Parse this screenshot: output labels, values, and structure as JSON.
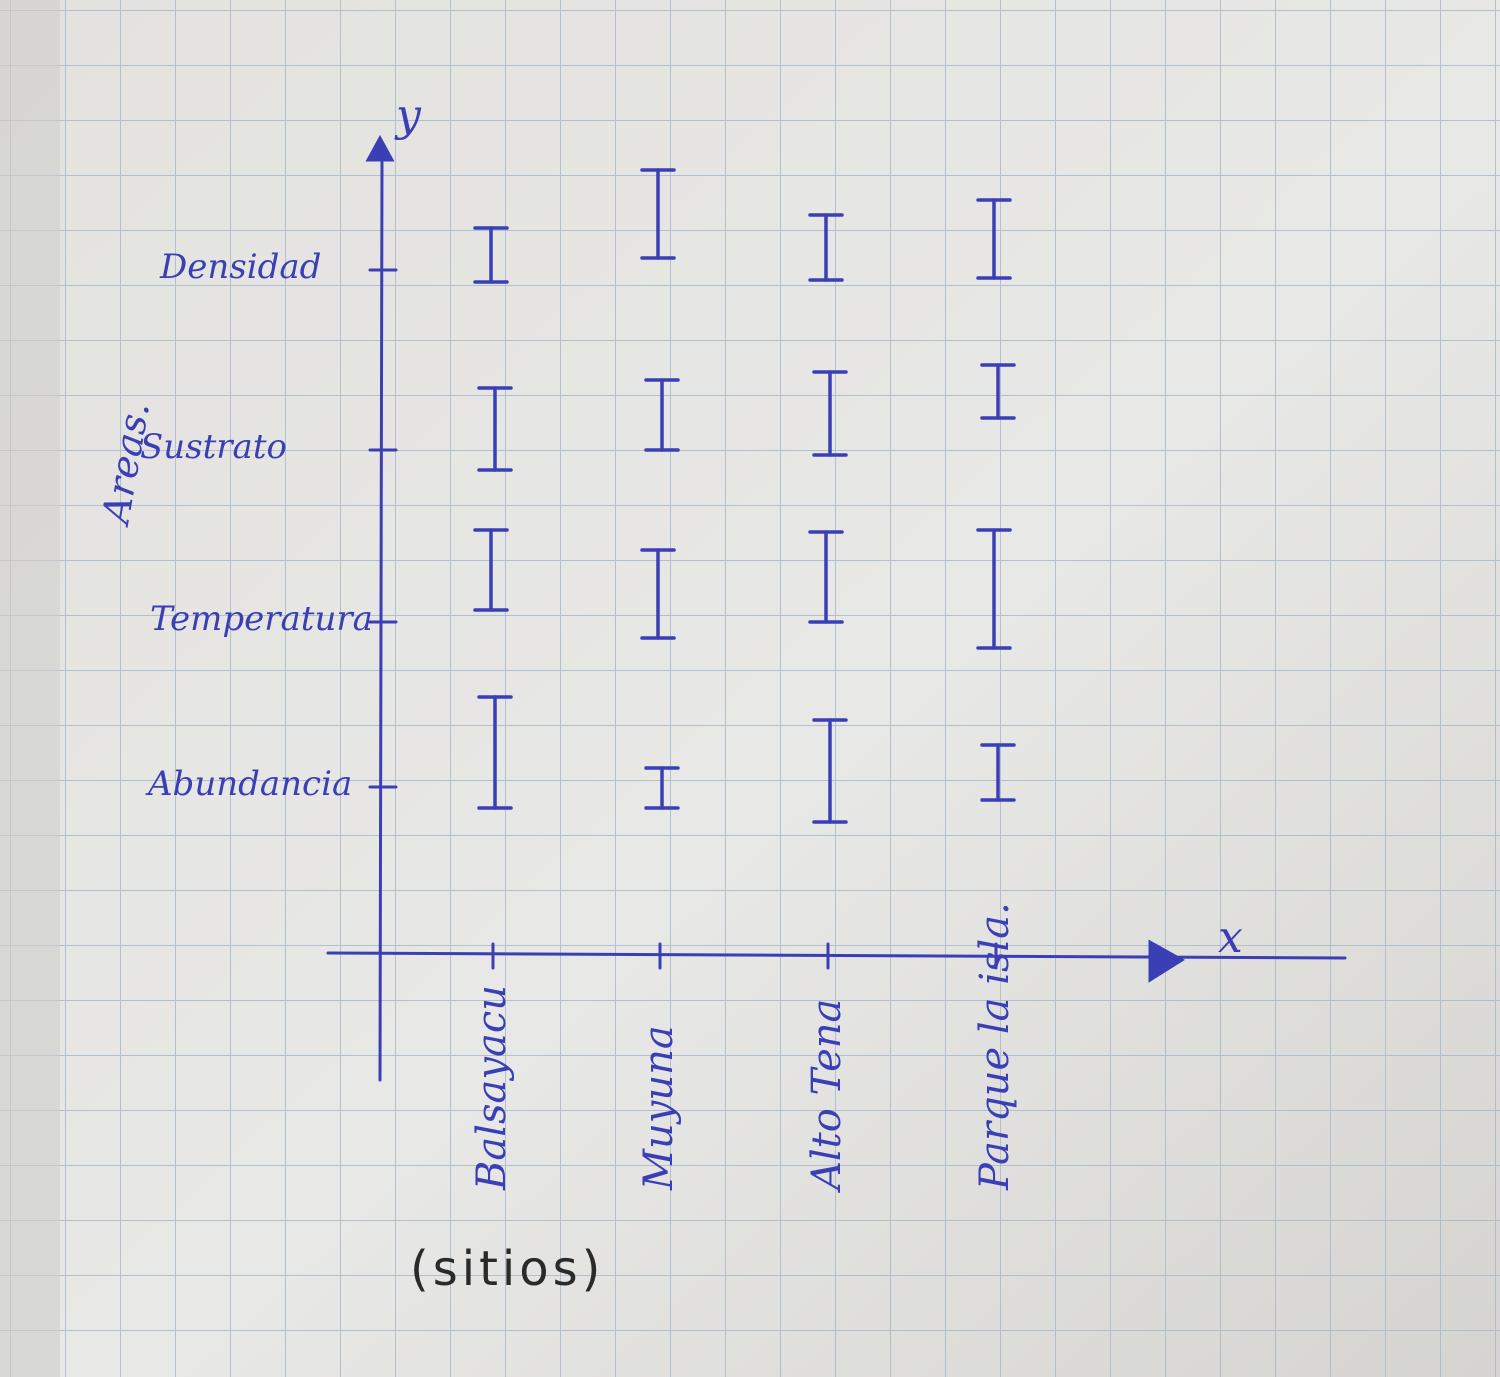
{
  "chart_data": {
    "type": "table",
    "x_axis_letter": "x",
    "y_axis_letter": "y",
    "y_axis_title": "Areas.",
    "x_axis_title": "(sitios)",
    "categories": [
      "Balsayacu",
      "Muyuna",
      "Alto Tena",
      "Parque la isla."
    ],
    "rows": [
      "Densidad",
      "Sustrato",
      "Temperatura",
      "Abundancia"
    ],
    "marks": "error-bar glyph (I) drawn at every site for every area",
    "grid": true,
    "legend": "none"
  },
  "colors": {
    "ink": "#3a3fb5",
    "paper": "#e6e6e4",
    "grid": "#a9b9c9",
    "pencil": "#2a2a2a"
  }
}
